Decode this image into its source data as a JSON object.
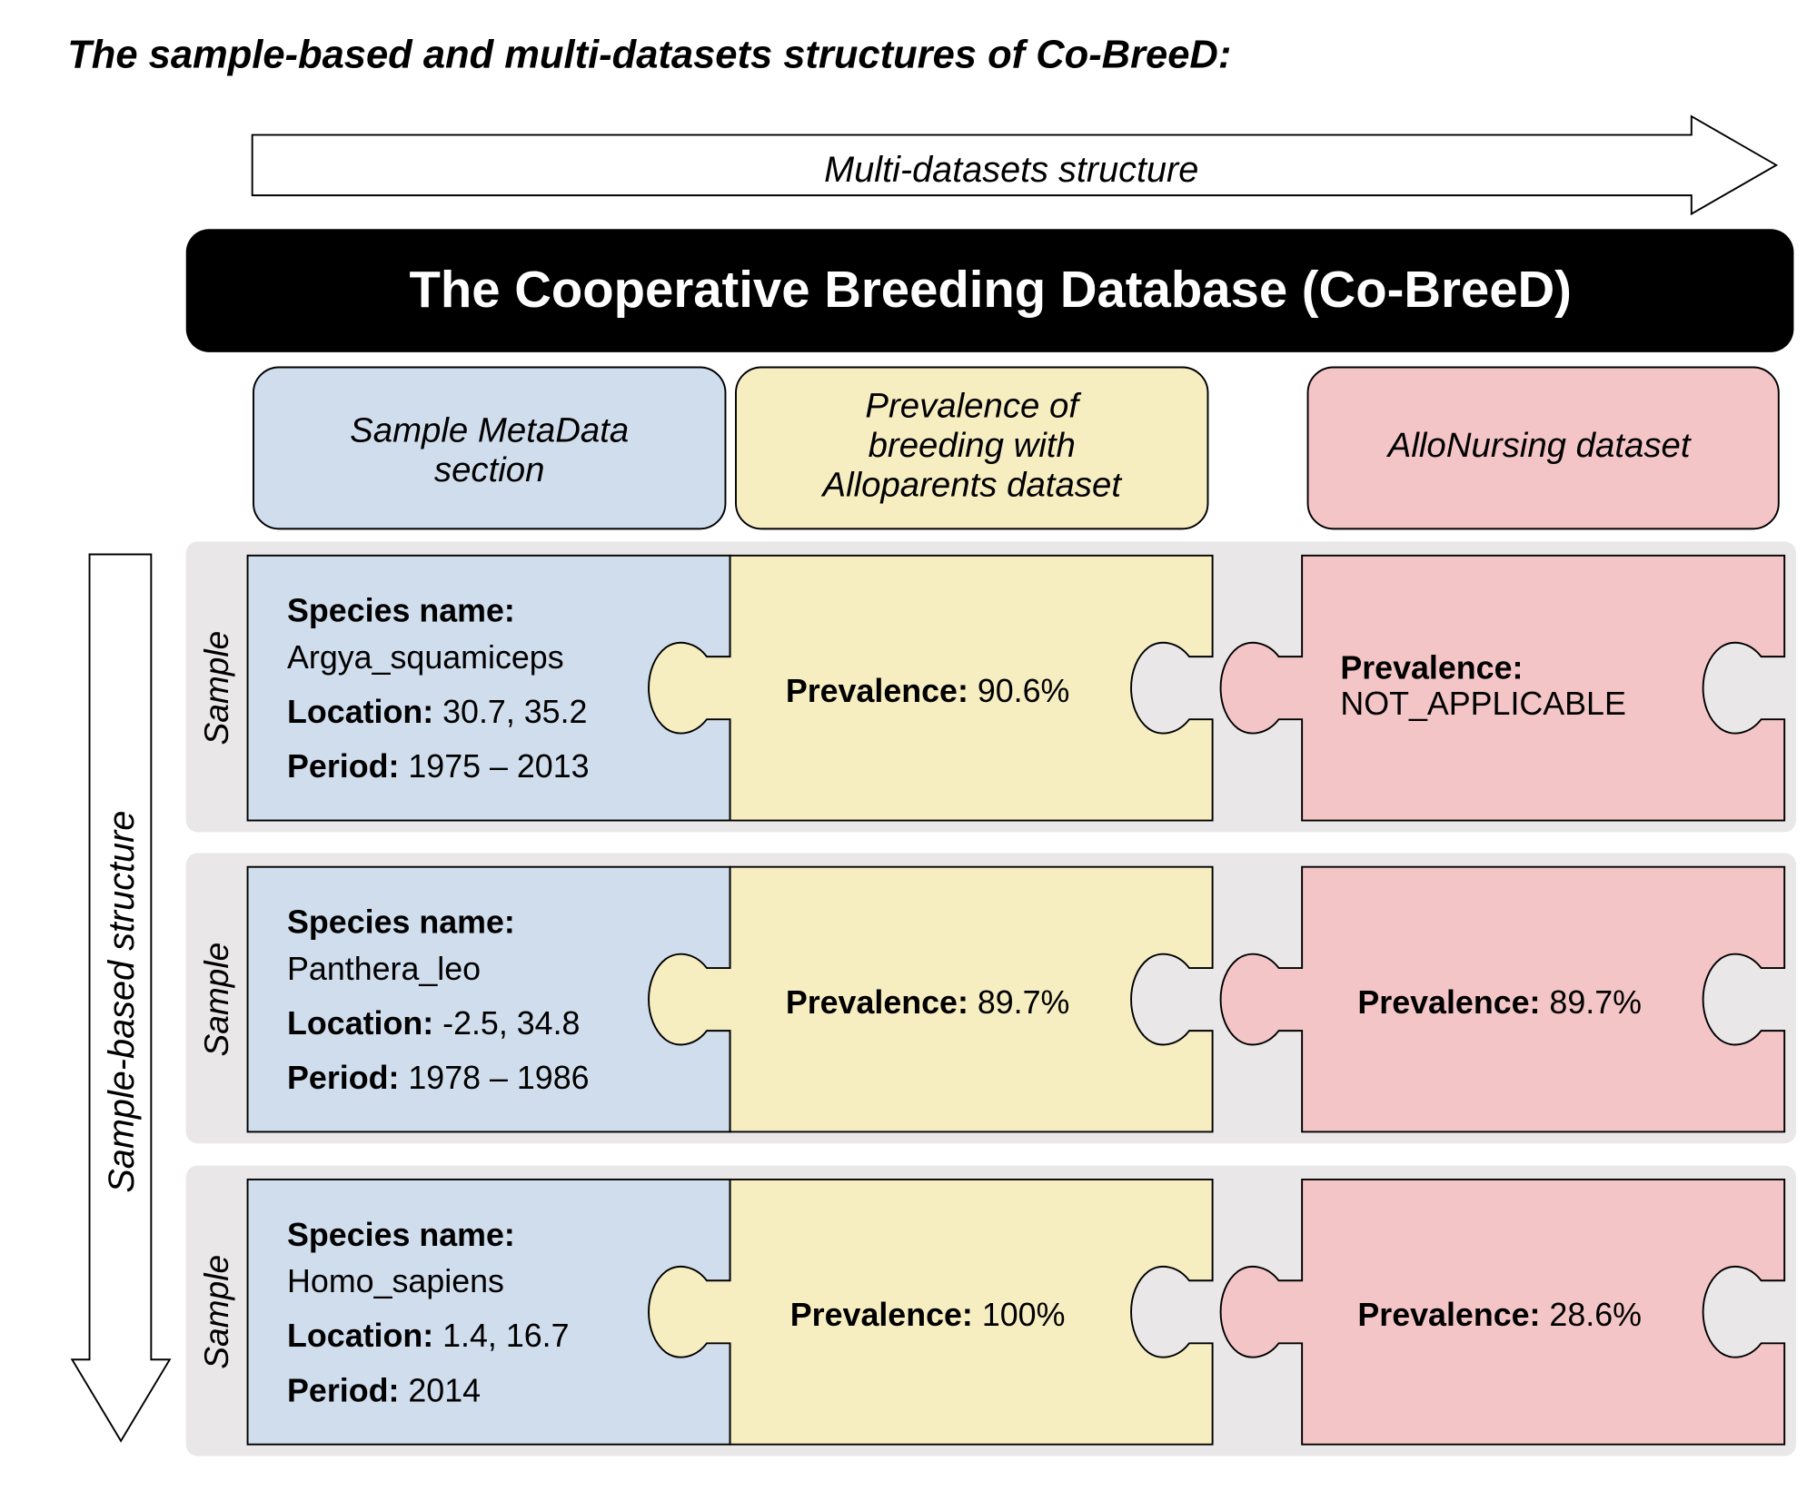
{
  "title": "The sample-based and multi-datasets structures of Co-BreeD:",
  "horizontal_arrow_label": "Multi-datasets structure",
  "vertical_arrow_label": "Sample-based structure",
  "database_banner": "The Cooperative Breeding Database (Co-BreeD)",
  "headers": {
    "metadata": [
      "Sample MetaData",
      "section"
    ],
    "alloparents": [
      "Prevalence of",
      "breeding with",
      "Alloparents dataset"
    ],
    "allonursing": "AlloNursing dataset"
  },
  "colors": {
    "metadata": "#d0ddec",
    "alloparents": "#f6edc1",
    "allonursing": "#f4c5c6",
    "row_bg": "#e9e7e8"
  },
  "labels": {
    "sample": "Sample",
    "species": "Species name:",
    "location": "Location:",
    "period": "Period:",
    "prevalence": "Prevalence:"
  },
  "samples": [
    {
      "species": "Argya_squamiceps",
      "location": "30.7, 35.2",
      "period": "1975 – 2013",
      "alloparents_prevalence": "90.6%",
      "allonursing_prevalence": "NOT_APPLICABLE"
    },
    {
      "species": "Panthera_leo",
      "location": "-2.5, 34.8",
      "period": "1978 – 1986",
      "alloparents_prevalence": "89.7%",
      "allonursing_prevalence": "89.7%"
    },
    {
      "species": "Homo_sapiens",
      "location": "1.4, 16.7",
      "period": "2014",
      "alloparents_prevalence": "100%",
      "allonursing_prevalence": "28.6%"
    }
  ]
}
